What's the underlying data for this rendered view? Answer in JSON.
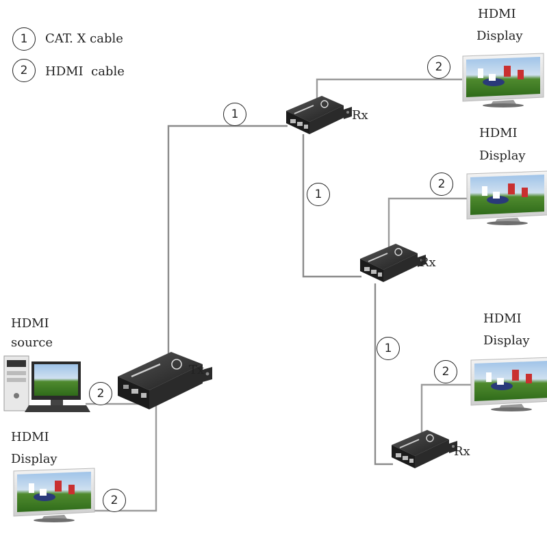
{
  "legend": [
    {
      "number": "1",
      "label": "CAT. X cable"
    },
    {
      "number": "2",
      "label": "HDMI  cable"
    }
  ],
  "cable_numbers": {
    "cat": "1",
    "hdmi": "2"
  },
  "devices": {
    "tx_label": "Tx",
    "rx_label": "Rx",
    "source_line1": "HDMI",
    "source_line2": "source",
    "display_line1": "HDMI",
    "display_line2": "Display"
  },
  "colors": {
    "cable": "#8a8a8a",
    "device_body": "#2b2b2b",
    "text": "#222222"
  }
}
